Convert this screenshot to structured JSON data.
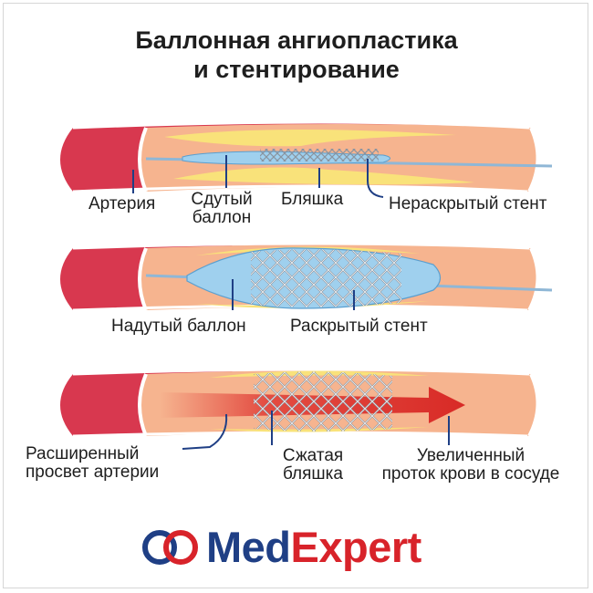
{
  "title": {
    "line1": "Баллонная ангиопластика",
    "line2": "и стентирование"
  },
  "stage1": {
    "artery": "Артерия",
    "deflated_balloon": [
      "Сдутый",
      "баллон"
    ],
    "plaque": "Бляшка",
    "closed_stent": "Нераскрытый стент"
  },
  "stage2": {
    "inflated_balloon": "Надутый баллон",
    "open_stent": "Раскрытый стент"
  },
  "stage3": {
    "widened_lumen": [
      "Расширенный",
      "просвет артерии"
    ],
    "compressed_plaque": [
      "Сжатая",
      "бляшка"
    ],
    "increased_flow": [
      "Увеличенный",
      "проток крови в сосуде"
    ]
  },
  "logo": {
    "part1": "Med",
    "part2": "Expert"
  },
  "colors": {
    "artery_outer": "#d8384f",
    "artery_inner": "#f6b48f",
    "plaque": "#f9e27a",
    "balloon": "#9fd0ee",
    "stent": "#8a94a0",
    "flow_arrow": "#e03a34",
    "logo_blue": "#1f3f85",
    "logo_red": "#d8232a"
  }
}
